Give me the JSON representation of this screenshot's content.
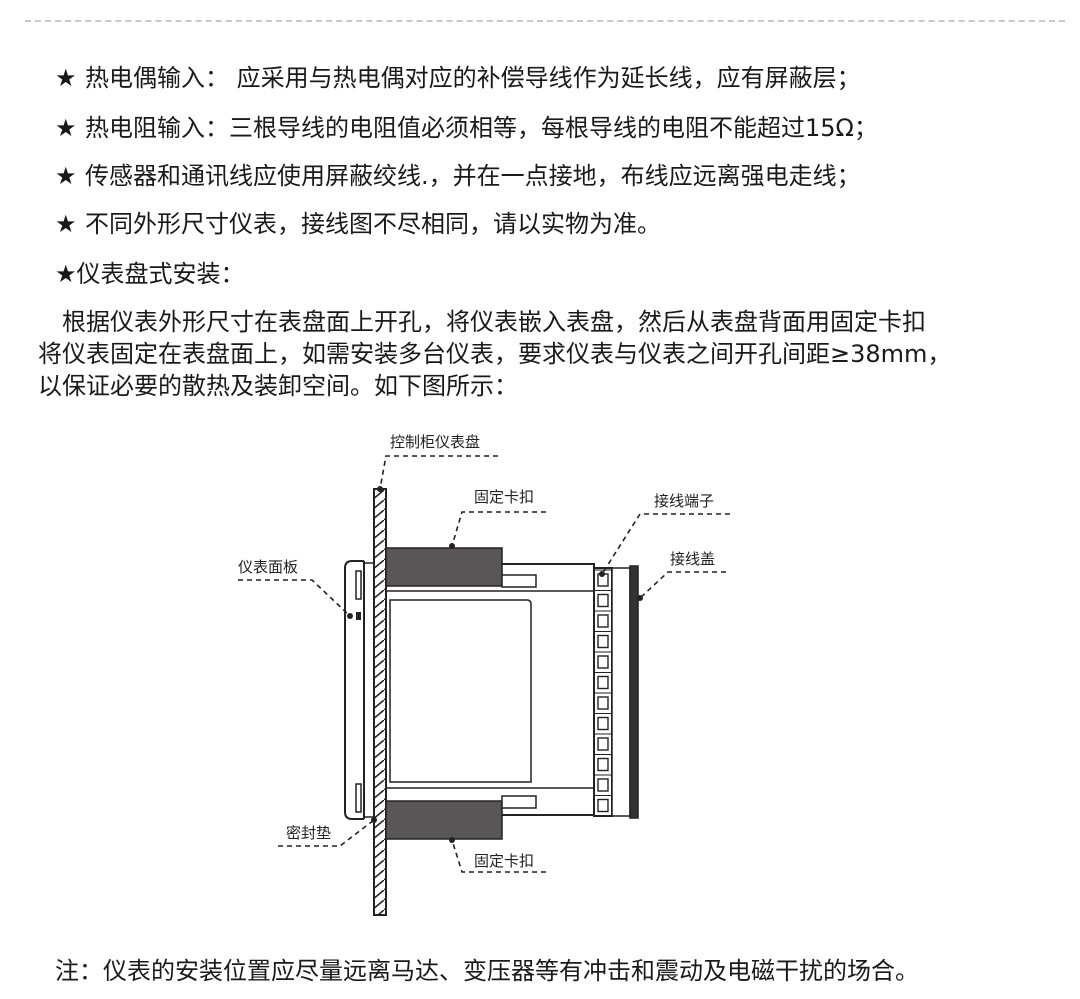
{
  "bullets": [
    {
      "star": "★",
      "text": "热电偶输入： 应采用与热电偶对应的补偿导线作为延长线，应有屏蔽层；"
    },
    {
      "star": "★",
      "text": "热电阻输入：三根导线的电阻值必须相等，每根导线的电阻不能超过15Ω；"
    },
    {
      "star": "★",
      "text": "传感器和通讯线应使用屏蔽绞线.，并在一点接地，布线应远离强电走线；"
    },
    {
      "star": "★",
      "text": "不同外形尺寸仪表，接线图不尽相同，请以实物为准。"
    }
  ],
  "section": {
    "star": "★",
    "title": "仪表盘式安装："
  },
  "paragraph": [
    "　根据仪表外形尺寸在表盘面上开孔，将仪表嵌入表盘，然后从表盘背面用固定卡扣",
    "将仪表固定在表盘面上，如需安装多台仪表，要求仪表与仪表之间开孔间距≥38mm，",
    "以保证必要的散热及装卸空间。如下图所示："
  ],
  "diagram": {
    "labels": {
      "panel": "控制柜仪表盘",
      "clip_top": "固定卡扣",
      "terminal": "接线端子",
      "meter_face": "仪表面板",
      "cover": "接线盖",
      "gasket": "密封垫",
      "clip_bottom": "固定卡扣"
    },
    "colors": {
      "clip": "#5a5556",
      "line": "#222222",
      "cover": "#333333"
    }
  },
  "note": "注：仪表的安装位置应尽量远离马达、变压器等有冲击和震动及电磁干扰的场合。"
}
